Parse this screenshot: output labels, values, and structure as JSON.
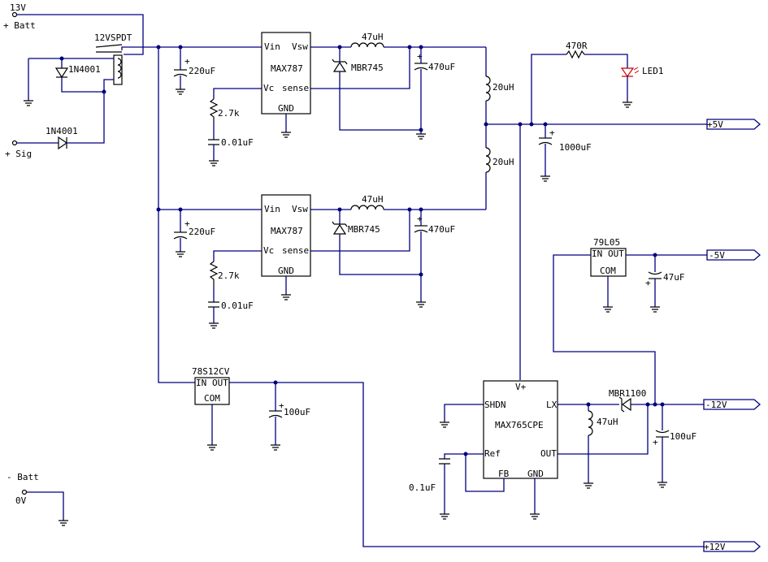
{
  "inputs": {
    "batt_voltage": "13V",
    "batt_label": "+ Batt",
    "sig_label": "+ Sig",
    "neg_batt_label": "- Batt",
    "zero_v_label": "0V"
  },
  "relay": {
    "label": "12VSPDT"
  },
  "diodes": {
    "d1": "1N4001",
    "d2": "1N4001",
    "schottky1": "MBR745",
    "schottky2": "MBR745",
    "schottky3": "MBR1100"
  },
  "regulators": {
    "upper": {
      "name": "MAX787",
      "vin": "Vin",
      "vsw": "Vsw",
      "vc": "Vc",
      "sense": "sense",
      "gnd": "GND"
    },
    "lower": {
      "name": "MAX787",
      "vin": "Vin",
      "vsw": "Vsw",
      "vc": "Vc",
      "sense": "sense",
      "gnd": "GND"
    },
    "lin12": {
      "name": "78S12CV",
      "in": "IN",
      "out": "OUT",
      "com": "COM"
    },
    "lin5": {
      "name": "79L05",
      "in": "IN",
      "out": "OUT",
      "com": "COM"
    },
    "inverter": {
      "name": "MAX765CPE",
      "vplus": "V+",
      "shdn": "SHDN",
      "lx": "LX",
      "ref": "Ref",
      "out": "OUT",
      "fb": "FB",
      "gnd": "GND"
    }
  },
  "passives": {
    "c_in1": "220uF",
    "c_in2": "220uF",
    "r_c1": "2.7k",
    "r_c2": "2.7k",
    "c_c1": "0.01uF",
    "c_c2": "0.01uF",
    "l_sw1": "47uH",
    "l_sw2": "47uH",
    "c_out1": "470uF",
    "c_out2": "470uF",
    "l_share1": "20uH",
    "l_share2": "20uH",
    "r_led": "470R",
    "led": "LED1",
    "c_5v": "1000uF",
    "c_12v": "100uF",
    "c_79": "47uF",
    "l_inv": "47uH",
    "c_inv_out": "100uF",
    "c_ref": "0.1uF"
  },
  "rails": {
    "p5v": "+5V",
    "n5v": "-5V",
    "n12v": "-12V",
    "p12v": "+12V"
  },
  "colors": {
    "wire": "#000080",
    "component": "#000000",
    "led": "#cc0000"
  }
}
